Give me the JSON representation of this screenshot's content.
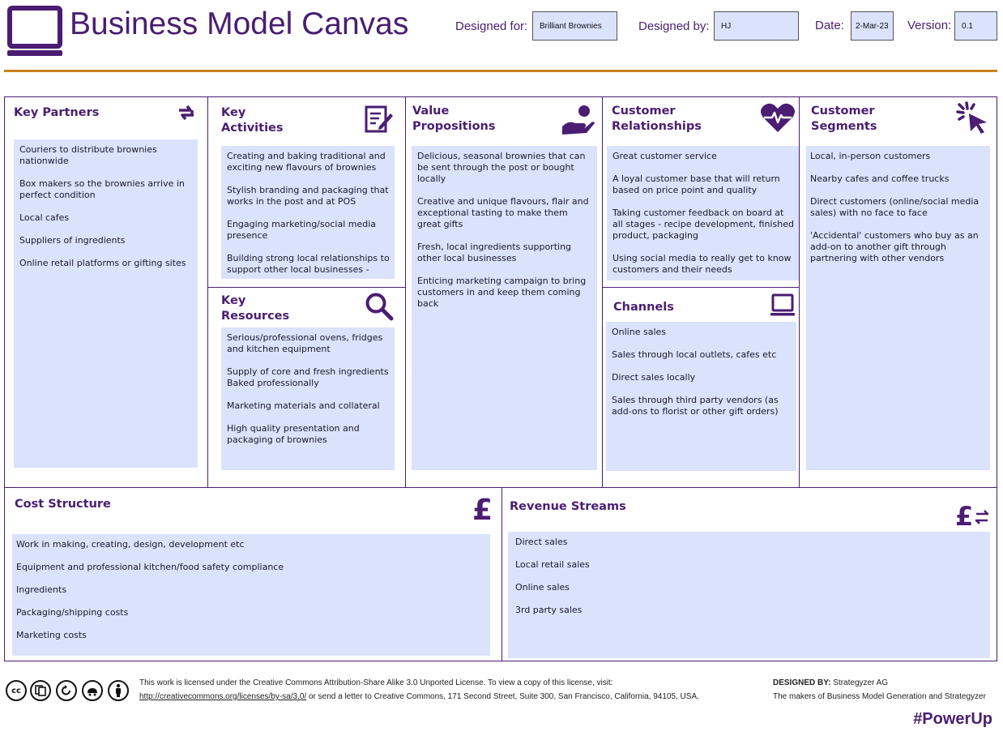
{
  "header": {
    "title": "Business Model Canvas",
    "designed_for_label": "Designed for:",
    "designed_for_value": "Brilliant Brownies",
    "designed_by_label": "Designed by:",
    "designed_by_value": "HJ",
    "date_label": "Date:",
    "date_value": "2-Mar-23",
    "version_label": "Version:",
    "version_value": "0.1"
  },
  "sections": {
    "key_partners": {
      "title": "Key Partners",
      "items": [
        "Couriers to distribute brownies nationwide",
        "Box makers so the brownies arrive in perfect condition",
        "Local cafes",
        "Suppliers of ingredients",
        "Online retail platforms or gifting sites"
      ]
    },
    "key_activities": {
      "title_line1": "Key",
      "title_line2": "Activities",
      "items": [
        "Creating and baking traditional and exciting new flavours of brownies",
        "Stylish branding and packaging that works in the post and at POS",
        "Engaging marketing/social media presence",
        "Building strong local relationships to support other local businesses -"
      ]
    },
    "key_resources": {
      "title_line1": "Key",
      "title_line2": "Resources",
      "items": [
        "Serious/professional ovens, fridges and kitchen equipment",
        "Supply of core and fresh ingredients Baked professionally",
        "Marketing materials and collateral",
        "High quality presentation and packaging of brownies"
      ]
    },
    "value_propositions": {
      "title_line1": "Value",
      "title_line2": "Propositions",
      "items": [
        "Delicious, seasonal brownies that can be sent through the post or bought locally",
        "Creative and unique flavours, flair and exceptional tasting to make them great gifts",
        "Fresh, local ingredients supporting other local businesses",
        "Enticing marketing campaign to bring customers in and keep them coming back"
      ]
    },
    "customer_relationships": {
      "title_line1": "Customer",
      "title_line2": "Relationships",
      "items": [
        "Great customer service",
        "A loyal customer base that will return based on price point and quality",
        "Taking customer feedback on board at all stages - recipe development, finished product, packaging",
        "Using social media to really get to know customers and their needs"
      ]
    },
    "channels": {
      "title": "Channels",
      "items": [
        "Online sales",
        "Sales through local outlets, cafes etc",
        "Direct sales locally",
        "Sales through third party vendors (as add-ons to florist or other gift orders)"
      ]
    },
    "customer_segments": {
      "title_line1": "Customer",
      "title_line2": "Segments",
      "items": [
        "Local, in-person customers",
        "Nearby cafes and coffee trucks",
        "Direct customers (online/social media sales) with no face to face",
        "'Accidental' customers who buy as an add-on to another gift through partnering with other vendors"
      ]
    },
    "cost_structure": {
      "title": "Cost Structure",
      "items": [
        "Work in making, creating, design, development etc",
        "Equipment and professional kitchen/food safety compliance",
        "Ingredients",
        "Packaging/shipping costs",
        "Marketing costs"
      ]
    },
    "revenue_streams": {
      "title": "Revenue Streams",
      "items": [
        "Direct sales",
        "Local retail sales",
        "Online sales",
        "3rd party sales"
      ]
    }
  },
  "footer": {
    "license_line1": "This work is licensed under the Creative Commons Attribution-Share Alike 3.0 Unported License. To view a copy of this license, visit:",
    "license_link": "http://creativecommons.org/licenses/by-sa/3.0/",
    "license_line2_rest": " or send a letter to Creative Commons, 171 Second Street, Suite 300, San Francisco, California, 94105, USA.",
    "designed_by_label": "DESIGNED BY:",
    "designed_by_value": " Strategyzer AG",
    "makers_text": "The makers of Business Model Generation and Strategyzer",
    "hashtag": "#PowerUp"
  },
  "colors": {
    "accent_purple": "#4a1d72",
    "panel_fill": "#dbe2fc",
    "rule_gold": "#c8821e"
  },
  "icons": {
    "logo": "laptop-icon",
    "key_partners": "link-arrows-icon",
    "key_activities": "edit-checklist-icon",
    "key_resources": "magnifier-icon",
    "value_propositions": "hand-giving-icon",
    "customer_relationships": "heartbeat-icon",
    "channels": "laptop-icon",
    "customer_segments": "click-cursor-icon",
    "cost_structure": "pound-icon",
    "revenue_streams": "pound-exchange-icon"
  }
}
